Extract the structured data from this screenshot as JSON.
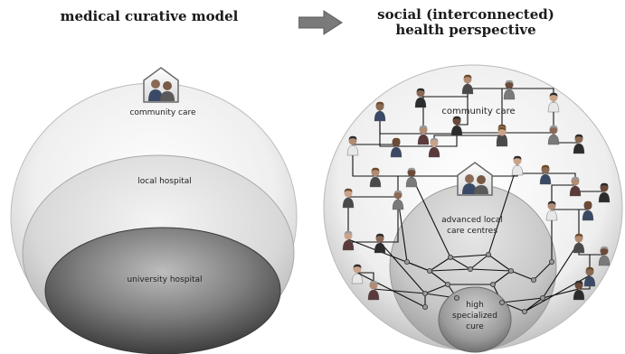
{
  "titles": {
    "left": "medical curative model",
    "right_line1": "social (interconnected)",
    "right_line2": "health perspective"
  },
  "left_model": {
    "outer_label": "community care",
    "middle_label": "local hospital",
    "inner_label": "university hospital"
  },
  "right_model": {
    "outer_label": "community care",
    "middle_label_line1": "advanced local",
    "middle_label_line2": "care centres",
    "core_label_line1": "high",
    "core_label_line2": "specialized",
    "core_label_line3": "cure"
  },
  "icons": {
    "arrow": "right-arrow-icon",
    "home_care": "house-family-icon",
    "people": "person-icon",
    "nodes": "network-node-icon"
  },
  "colors": {
    "arrow": "#7a7a7a",
    "outer_sphere": "#f2f2f2",
    "inner_sphere": "#555555",
    "node": "#9a9a9a",
    "line": "#111111"
  }
}
